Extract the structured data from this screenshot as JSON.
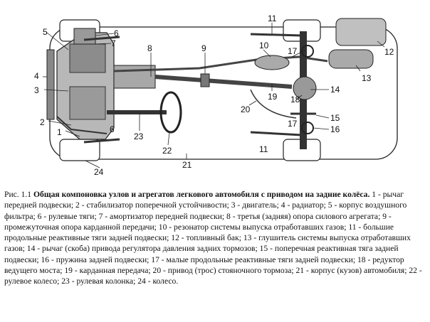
{
  "diagram": {
    "callouts": [
      "1",
      "2",
      "3",
      "4",
      "5",
      "6",
      "7",
      "8",
      "9",
      "10",
      "11",
      "12",
      "13",
      "14",
      "15",
      "16",
      "17",
      "18",
      "19",
      "20",
      "21",
      "22",
      "23",
      "24"
    ]
  },
  "caption": {
    "prefix": "Рис. 1.1 ",
    "title": "Общая компоновка узлов и агрегатов легкового автомобиля с приводом на задние колёса.",
    "legend": "1 - рычаг передней подвески; 2 - стабилизатор поперечной устойчивости; 3 - двигатель; 4 - радиатор; 5 - корпус воздушного фильтра; 6 - рулевые тяги; 7 - амортизатор передней подвески; 8 - третья (задняя) опора силового агрегата; 9 - промежуточная опора карданной передачи; 10 - резонатор системы выпуска отработавших газов; 11 - большие продольные реактивные тяги задней подвески; 12 - топливный бак; 13 - глушитель системы выпуска отработавших газов; 14 - рычаг (скоба) привода регулятора давления задних тормозов; 15 - поперечная реактивная тяга задней подвески; 16 - пружина задней подвески; 17 - малые продольные реактивные тяги задней подвески; 18 - редуктор ведущего моста; 19 - карданная передача; 20 - привод (трос) стояночного тормоза; 21 - корпус (кузов) автомобиля; 22 - рулевое колесо; 23 - рулевая колонка; 24 - колесо."
  }
}
